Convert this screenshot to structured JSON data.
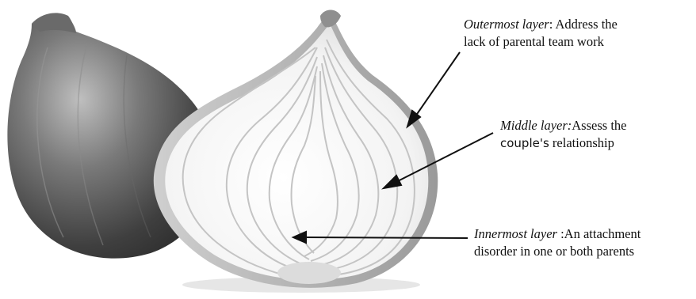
{
  "annotations": {
    "outer": {
      "term": "Outermost layer",
      "text": ": Address the",
      "line2": "lack of parental team work"
    },
    "middle": {
      "term": "Middle layer:",
      "text": "Assess the",
      "line2_word": "couple's",
      "line2_rest": " relationship"
    },
    "inner": {
      "term": "Innermost layer",
      "text": " :An attachment",
      "line2": "disorder in one or both parents"
    }
  },
  "colors": {
    "whole_onion_dark": "#3a3a3a",
    "whole_onion_light": "#c8c8c8",
    "cut_onion_flesh": "#f4f4f4",
    "cut_onion_rings": "#bdbdbd",
    "arrow": "#111111"
  },
  "icons": {
    "whole_onion": "whole-onion-illustration",
    "cut_onion": "cut-onion-illustration"
  }
}
